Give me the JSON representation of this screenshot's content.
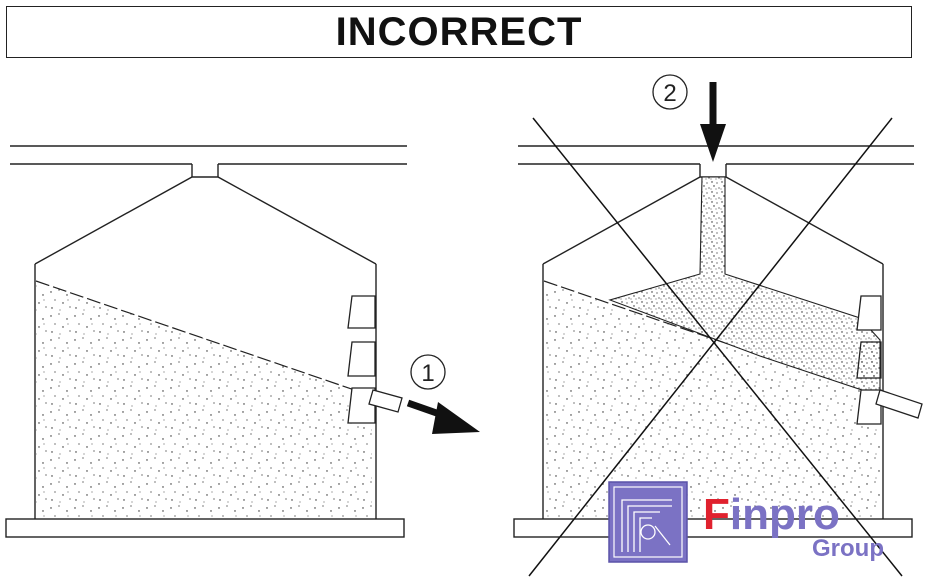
{
  "header": {
    "title": "INCORRECT"
  },
  "labels": {
    "left_marker": "1",
    "right_marker": "2"
  },
  "brand": {
    "name_prefix": "F",
    "name_rest": "inpro",
    "subtitle": "Group",
    "accent_color": "#e0212e",
    "primary_color": "#7b72c4"
  },
  "icons": {
    "logo": "finpro-logo-icon"
  }
}
